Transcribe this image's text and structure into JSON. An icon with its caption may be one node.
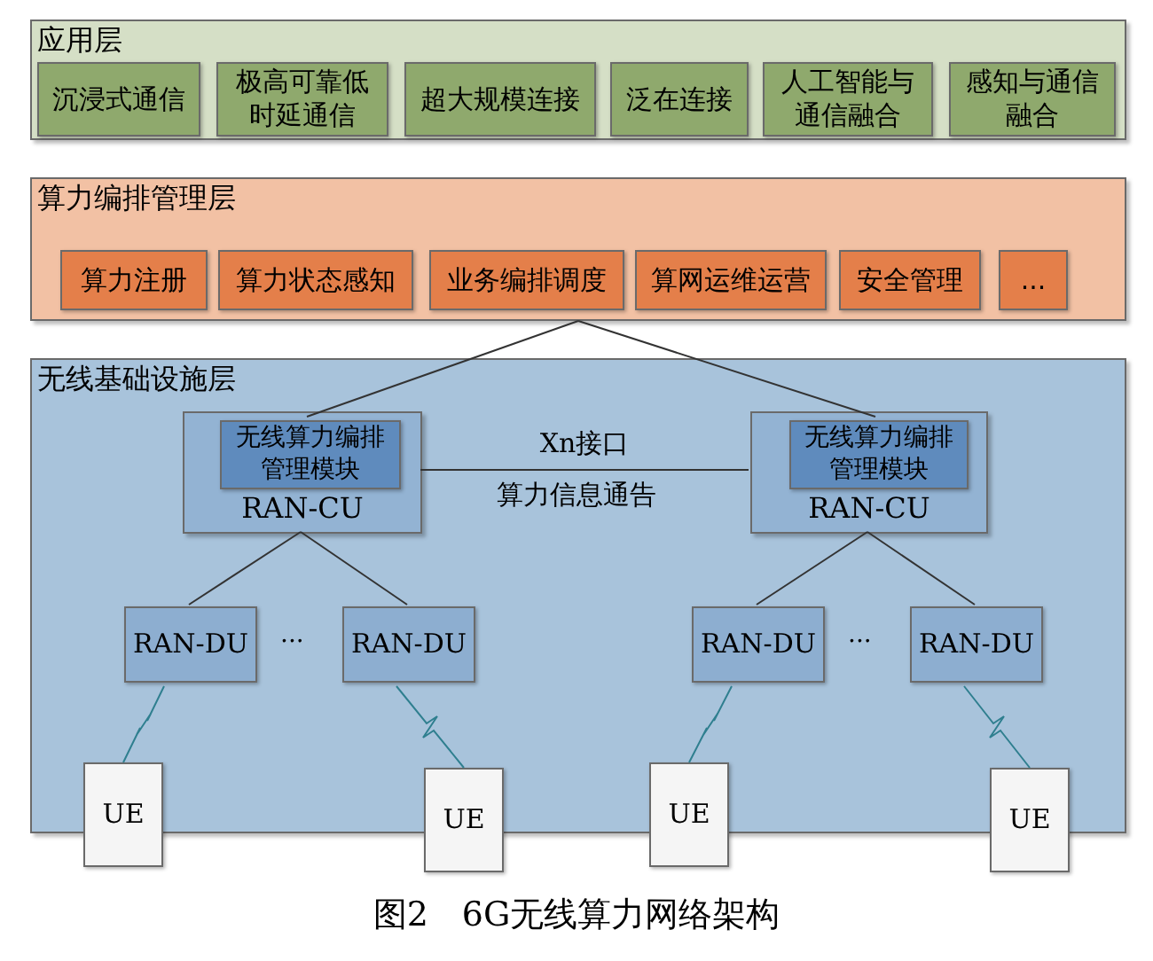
{
  "diagram": {
    "caption": "图2　6G无线算力网络架构",
    "nodes": [
      {
        "text": [
          "应用层"
        ]
      },
      {
        "text": [
          "沉浸式通信"
        ],
        "in": 0
      },
      {
        "text": [
          "极高可靠低时延通信"
        ],
        "in": 0
      },
      {
        "text": [
          "超大规模连接"
        ],
        "in": 0
      },
      {
        "text": [
          "泛在连接"
        ],
        "in": 0
      },
      {
        "text": [
          "人工智能与通信融合"
        ],
        "in": 0
      },
      {
        "text": [
          "感知与通信融合"
        ],
        "in": 0
      },
      {
        "text": [
          "算力编排管理层"
        ]
      },
      {
        "text": [
          "算力注册"
        ],
        "in": 7
      },
      {
        "text": [
          "算力状态感知"
        ],
        "in": 7
      },
      {
        "text": [
          "业务编排调度"
        ],
        "in": 7
      },
      {
        "text": [
          "算网运维运营"
        ],
        "in": 7
      },
      {
        "text": [
          "安全管理"
        ],
        "in": 7
      },
      {
        "text": [
          "..."
        ],
        "in": 7
      },
      {
        "text": [
          "无线基础设施层"
        ]
      },
      {
        "text": [
          "RAN-CU"
        ],
        "in": 14
      },
      {
        "text": [
          "无线算力编排管理模块"
        ],
        "in": 15
      },
      {
        "text": [
          "RAN-CU"
        ],
        "in": 14
      },
      {
        "text": [
          "无线算力编排管理模块"
        ],
        "in": 17
      },
      {
        "text": [
          "RAN-DU"
        ],
        "in": 14
      },
      {
        "text": [
          "RAN-DU"
        ],
        "in": 14
      },
      {
        "text": [
          "RAN-DU"
        ],
        "in": 14
      },
      {
        "text": [
          "RAN-DU"
        ],
        "in": 14
      },
      {
        "text": [
          "UE"
        ]
      },
      {
        "text": [
          "UE"
        ]
      },
      {
        "text": [
          "UE"
        ]
      },
      {
        "text": [
          "UE"
        ]
      }
    ],
    "edges": [
      {
        "from": 7,
        "to": 16,
        "arrow": "none"
      },
      {
        "from": 7,
        "to": 18,
        "arrow": "none"
      },
      {
        "from": 15,
        "to": 17,
        "arrow": "none",
        "label": "Xn接口"
      },
      {
        "from": 15,
        "to": 19,
        "arrow": "none"
      },
      {
        "from": 15,
        "to": 20,
        "arrow": "none"
      },
      {
        "from": 17,
        "to": 21,
        "arrow": "none"
      },
      {
        "from": 17,
        "to": 22,
        "arrow": "none"
      },
      {
        "from": 19,
        "to": 23,
        "arrow": "none",
        "color": "#2f7f8f"
      },
      {
        "from": 20,
        "to": 24,
        "arrow": "none",
        "color": "#2f7f8f"
      },
      {
        "from": 21,
        "to": 25,
        "arrow": "none",
        "color": "#2f7f8f"
      },
      {
        "from": 22,
        "to": 26,
        "arrow": "none",
        "color": "#2f7f8f"
      }
    ],
    "labels": [
      "算力信息通告",
      "...",
      "..."
    ]
  }
}
